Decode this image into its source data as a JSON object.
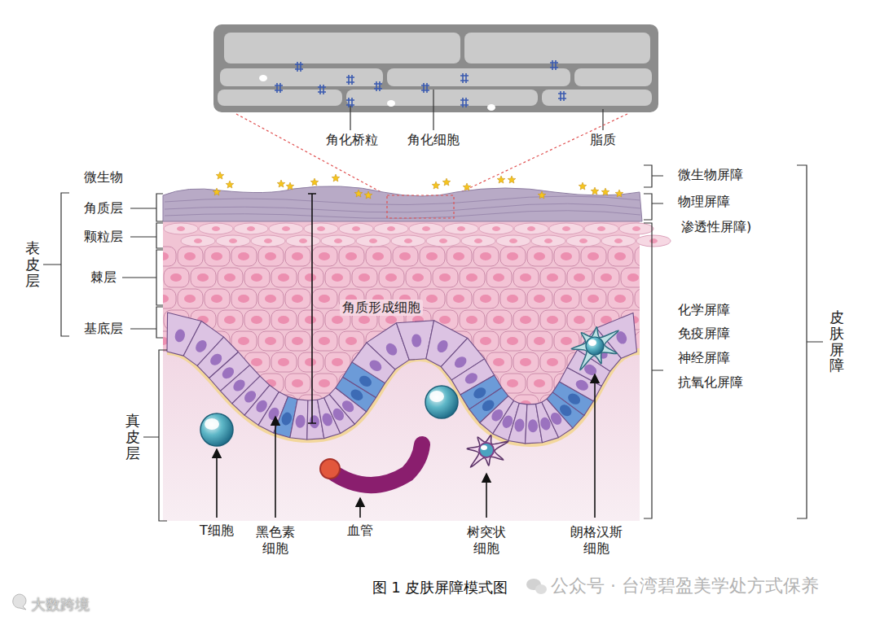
{
  "diagram": {
    "caption": "图 1 皮肤屏障模式图",
    "labels": [
      "角化桥粒",
      "角化细胞",
      "脂质",
      "微生物",
      "角质层",
      "颗粒层",
      "表皮层",
      "棘层",
      "基底层",
      "真皮层",
      "角质形成细胞",
      "微生物屏障",
      "物理屏障",
      "渗透性屏障)",
      "化学屏障",
      "免疫屏障",
      "神经屏障",
      "抗氧化屏障",
      "皮肤屏障",
      "T细胞",
      "黑色素 细胞",
      "血管",
      "树突状 细胞",
      "朗格汉斯 细胞",
      "公众号 · 台湾碧盈美学处方式保养",
      "大数跨境"
    ]
  }
}
